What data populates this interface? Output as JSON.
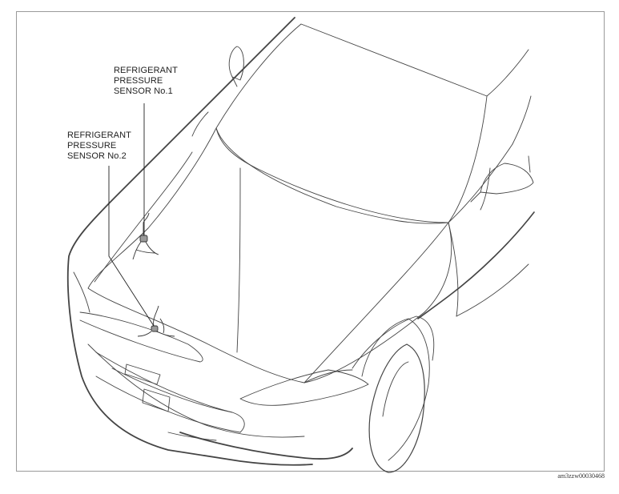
{
  "callouts": {
    "sensor_1": [
      "REFRIGERANT",
      "PRESSURE",
      "SENSOR No.1"
    ],
    "sensor_2": [
      "REFRIGERANT",
      "PRESSURE",
      "SENSOR No.2"
    ]
  },
  "figure_code": "am3zzw00030468",
  "colors": {
    "line": "#333333",
    "frame": "#9a9a9a"
  }
}
